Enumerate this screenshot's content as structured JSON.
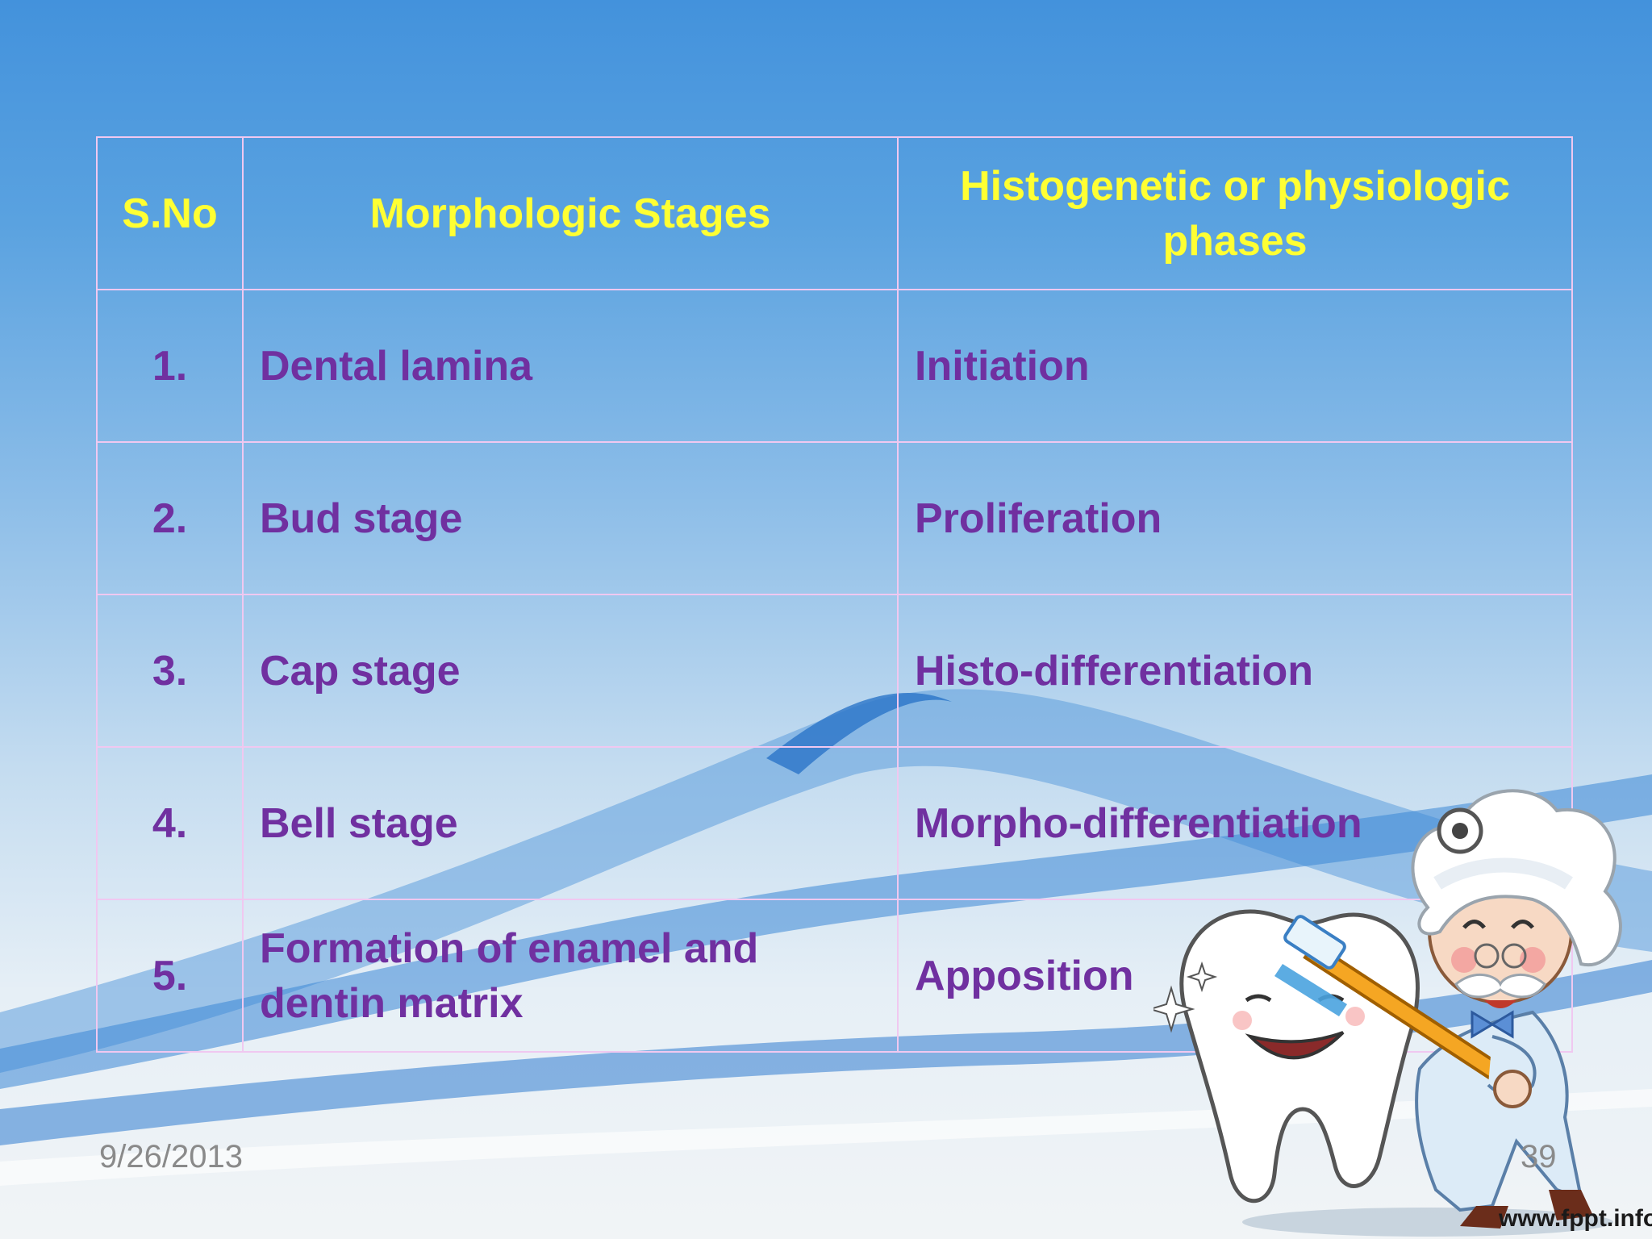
{
  "table": {
    "headers": [
      "S.No",
      "Morphologic Stages",
      "Histogenetic or physiologic phases"
    ],
    "rows": [
      {
        "num": "1.",
        "stage": "Dental lamina",
        "phase": "Initiation"
      },
      {
        "num": "2.",
        "stage": "Bud stage",
        "phase": "Proliferation"
      },
      {
        "num": "3.",
        "stage": "Cap stage",
        "phase": "Histo-differentiation"
      },
      {
        "num": "4.",
        "stage": "Bell stage",
        "phase": "Morpho-differentiation"
      },
      {
        "num": "5.",
        "stage": "Formation of enamel and dentin matrix",
        "phase": "Apposition"
      }
    ]
  },
  "footer": {
    "date": "9/26/2013",
    "page_number": "39",
    "site": "www.fppt.info"
  },
  "colors": {
    "header_text": "#ffff33",
    "body_text": "#7030a0",
    "table_border": "#f0c8f0"
  },
  "illustration": "dentist-cartoon-brushing-tooth"
}
